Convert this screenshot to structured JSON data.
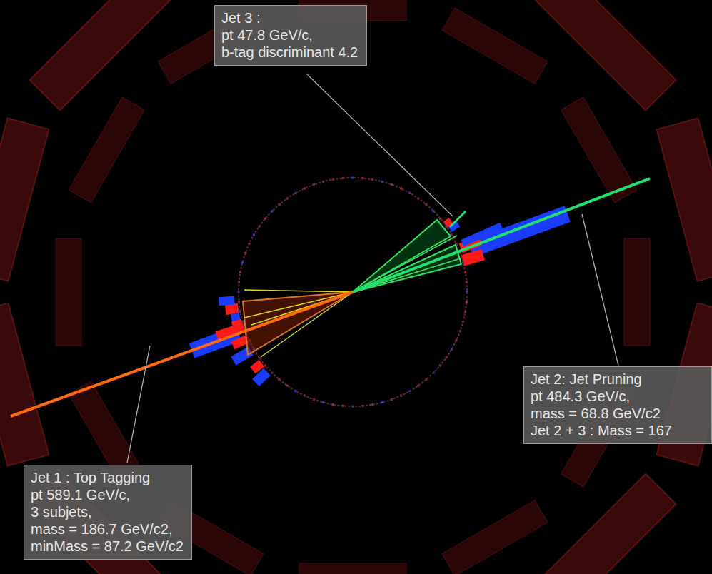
{
  "diagram": {
    "nodes": [
      {
        "text": [
          "Jet 3 :",
          "pt 47.8 GeV/c,",
          "b-tag discriminant 4.2"
        ]
      },
      {
        "text": [
          "Jet 2: Jet Pruning",
          "pt 484.3 GeV/c,",
          "mass = 68.8 GeV/c2",
          "Jet 2 + 3 : Mass = 167"
        ]
      },
      {
        "text": [
          "Jet 1 : Top Tagging",
          "pt 589.1 GeV/c,",
          "3 subjets,",
          "mass = 186.7 GeV/c2,",
          "minMass = 87.2 GeV/c2"
        ]
      }
    ]
  }
}
